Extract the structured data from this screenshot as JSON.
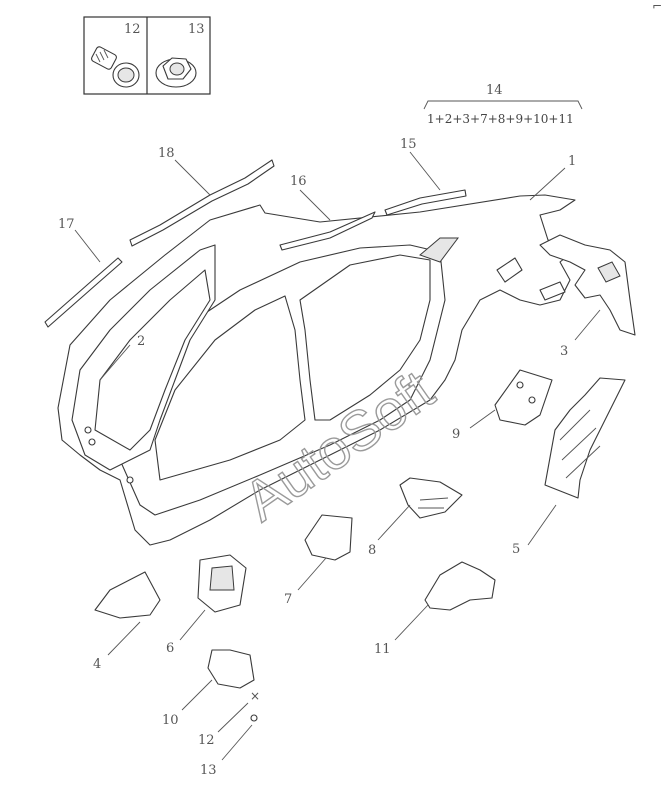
{
  "callouts": {
    "c1": "1",
    "c2": "2",
    "c3": "3",
    "c4": "4",
    "c5": "5",
    "c6": "6",
    "c7": "7",
    "c8": "8",
    "c9": "9",
    "c10": "10",
    "c11": "11",
    "c12": "12",
    "c13": "13",
    "c14": "14",
    "c15": "15",
    "c16": "16",
    "c17": "17",
    "c18": "18"
  },
  "inset": {
    "left_label": "12",
    "right_label": "13"
  },
  "assembly_formula": "1+2+3+7+8+9+10+11",
  "watermark": "AutoSoft",
  "corner_mark": "⌐"
}
